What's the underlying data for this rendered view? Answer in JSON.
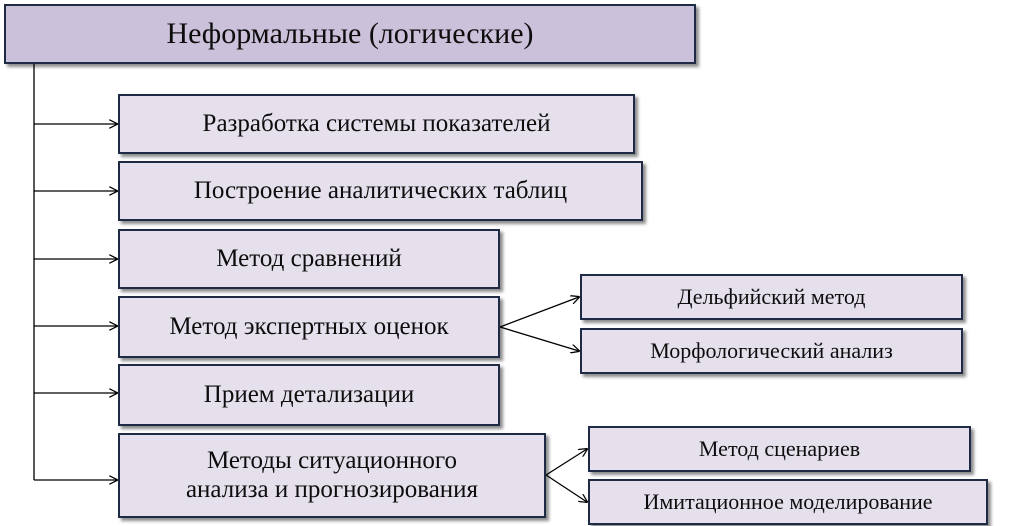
{
  "root": {
    "label": "Неформальные (логические)"
  },
  "methods": [
    {
      "label": "Разработка системы показателей"
    },
    {
      "label": "Построение аналитических таблиц"
    },
    {
      "label": "Метод сравнений"
    },
    {
      "label": "Метод экспертных оценок"
    },
    {
      "label": "Прием детализации"
    },
    {
      "label": "Методы ситуационного анализа и прогнозирования"
    }
  ],
  "expert_methods": [
    {
      "label": "Дельфийский метод"
    },
    {
      "label": "Морфологический анализ"
    }
  ],
  "situational_methods": [
    {
      "label": "Метод сценариев"
    },
    {
      "label": "Имитационное моделирование"
    }
  ],
  "colors": {
    "root_fill": "#ccc1da",
    "box_fill": "#e6e0ec",
    "border": "#1f2a44",
    "line": "#000000"
  }
}
